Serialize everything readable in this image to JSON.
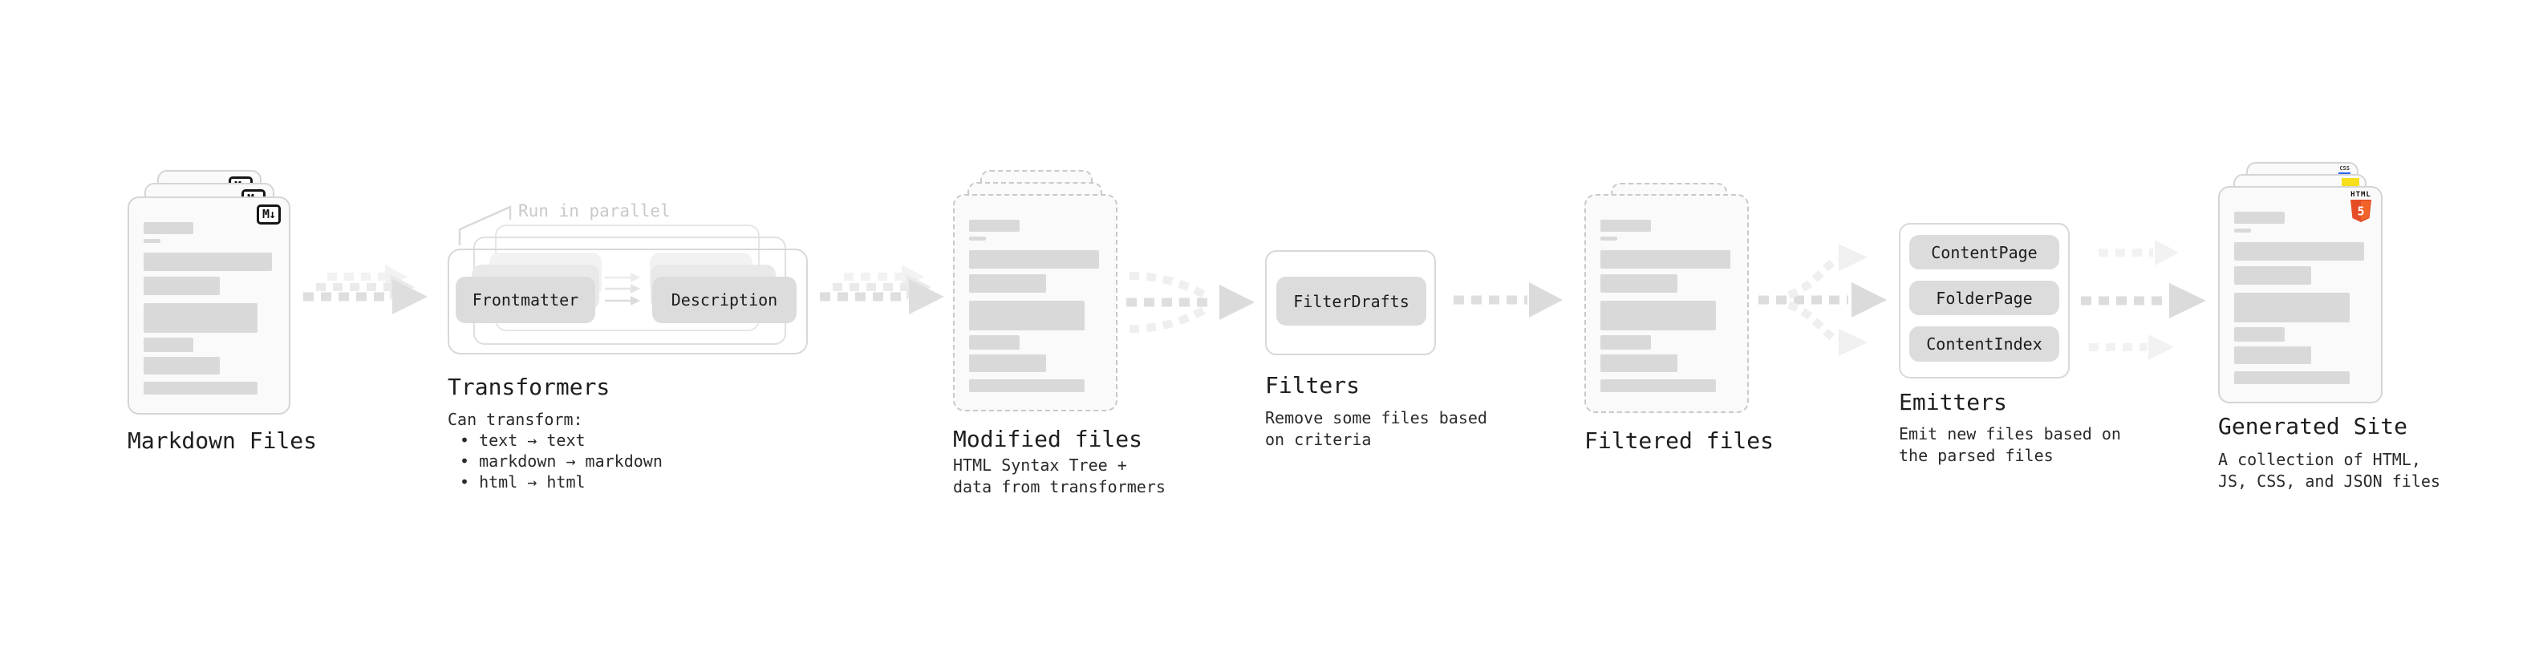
{
  "stages": {
    "markdown_files": {
      "label": "Markdown Files",
      "icon": "M↓"
    },
    "transformers": {
      "label": "Transformers",
      "note": "Run in parallel",
      "pills": [
        "Frontmatter",
        "Description"
      ],
      "body": [
        "Can transform:",
        "• text → text",
        "• markdown → markdown",
        "• html → html"
      ]
    },
    "modified_files": {
      "label": "Modified files",
      "body": [
        "HTML Syntax Tree +",
        "data from transformers"
      ]
    },
    "filters": {
      "label": "Filters",
      "pills": [
        "FilterDrafts"
      ],
      "body": [
        "Remove some files based",
        "on criteria"
      ]
    },
    "filtered_files": {
      "label": "Filtered files"
    },
    "emitters": {
      "label": "Emitters",
      "pills": [
        "ContentPage",
        "FolderPage",
        "ContentIndex"
      ],
      "body": [
        "Emit new files based on",
        "the parsed files"
      ]
    },
    "generated_site": {
      "label": "Generated Site",
      "body": [
        "A collection of HTML,",
        "JS, CSS, and JSON files"
      ],
      "icons": {
        "html5_label": "HTML",
        "html5_number": "5",
        "css_label": "CSS"
      }
    }
  },
  "colors": {
    "text": "#1e1e1e",
    "note_muted": "#c9c9c9",
    "card_bg": "#fafafa",
    "card_border": "#d5d5d5",
    "dashed_border": "#c9c9c9",
    "bar_gray": "#d9d9d9",
    "pill_gray": "#dcdcdc",
    "arrow_strong": "#dedede",
    "arrow_faint": "#f0f0f0",
    "html5_orange": "#e44d26",
    "html5_orange_light": "#f16529",
    "js_yellow": "#f7df1e",
    "css_blue": "#2965f1",
    "md_icon_border": "#151515"
  }
}
